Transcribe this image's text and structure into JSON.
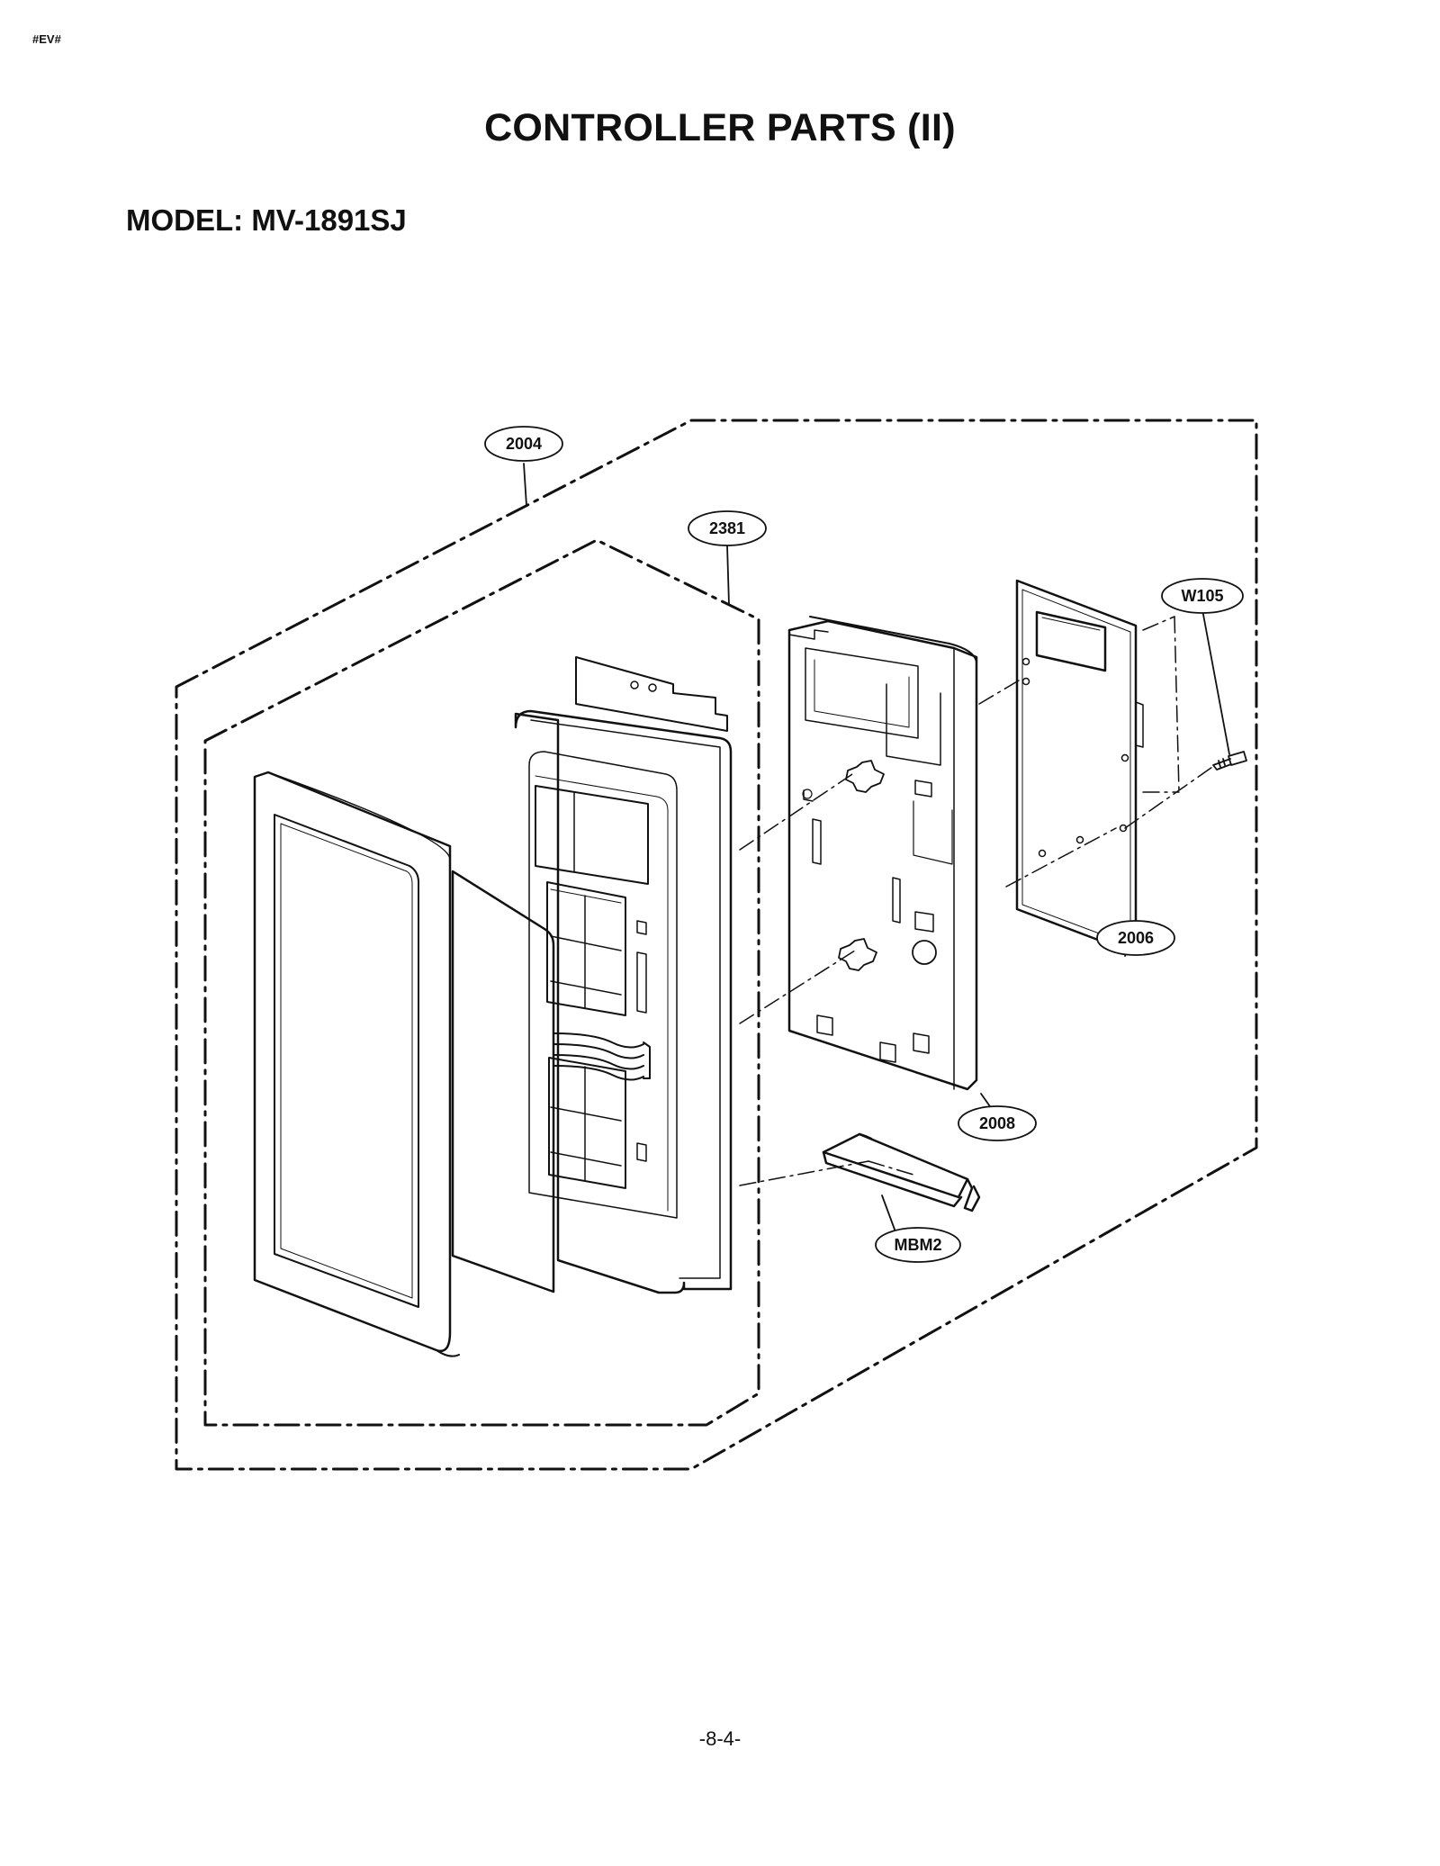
{
  "header": {
    "code": "#EV#"
  },
  "title": "CONTROLLER PARTS (II)",
  "model": "MODEL: MV-1891SJ",
  "footer": {
    "page_number": "-8-4-"
  },
  "callouts": [
    {
      "id": "c2004",
      "label": "2004"
    },
    {
      "id": "c2381",
      "label": "2381"
    },
    {
      "id": "cW105",
      "label": "W105"
    },
    {
      "id": "c2006",
      "label": "2006"
    },
    {
      "id": "c2008",
      "label": "2008"
    },
    {
      "id": "cMBM2",
      "label": "MBM2"
    }
  ],
  "colors": {
    "line": "#111111",
    "background": "#ffffff"
  }
}
